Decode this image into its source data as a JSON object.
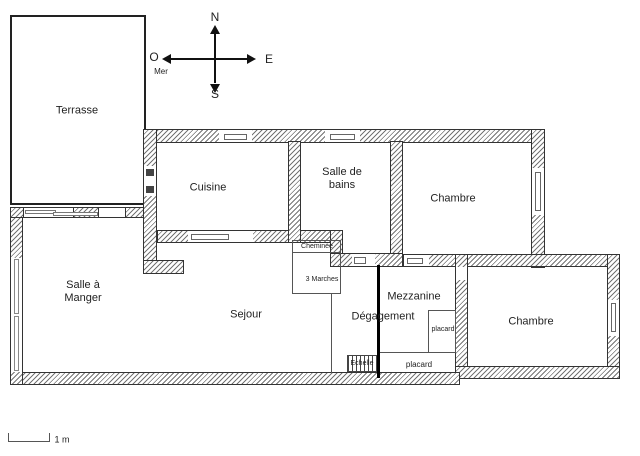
{
  "compass": {
    "n": "N",
    "s": "S",
    "e": "E",
    "o": "O",
    "sea": "Mer"
  },
  "rooms": {
    "terrasse": "Terrasse",
    "cuisine": "Cuisine",
    "salle_de_bains": "Salle de bains",
    "chambre_nord": "Chambre",
    "salle_a_manger": "Salle à Manger",
    "sejour": "Sejour",
    "degagement": "Dégagement",
    "mezzanine": "Mezzanine",
    "chambre_est": "Chambre"
  },
  "features": {
    "cheminee": "Cheminée",
    "marches": "3 Marches",
    "echelle": "Echelle",
    "placard_mezzanine": "placard",
    "placard_degagement": "placard"
  },
  "scale_bar": {
    "label": "1 m"
  },
  "colors": {
    "wall_hatch": "#747474",
    "outline": "#333333",
    "text": "#222222"
  }
}
